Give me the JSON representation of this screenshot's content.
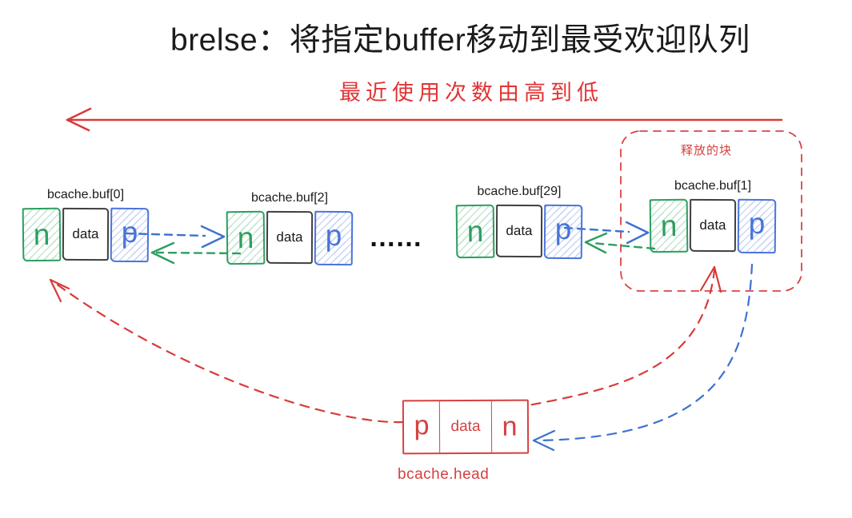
{
  "title": "brelse：将指定buffer移动到最受欢迎队列",
  "banner_label": "最近使用次数由高到低",
  "released_block_label": "释放的块",
  "ellipsis": "……",
  "nodes": [
    {
      "label": "bcache.buf[0]",
      "cells": [
        "n",
        "data",
        "p"
      ]
    },
    {
      "label": "bcache.buf[2]",
      "cells": [
        "n",
        "data",
        "p"
      ]
    },
    {
      "label": "bcache.buf[29]",
      "cells": [
        "n",
        "data",
        "p"
      ]
    },
    {
      "label": "bcache.buf[1]",
      "cells": [
        "n",
        "data",
        "p"
      ]
    }
  ],
  "head": {
    "label": "bcache.head",
    "cells": [
      "p",
      "data",
      "n"
    ]
  },
  "colors": {
    "red": "#d93a3a",
    "green": "#2d9e5f",
    "blue": "#4a74d8",
    "title_text": "#1b1b1b"
  },
  "edges": [
    {
      "name": "mru-direction-arrow",
      "color": "#d93a3a",
      "style": "solid"
    },
    {
      "name": "next-pointer-buf0-to-buf2",
      "color": "#4a74d8",
      "style": "dashed"
    },
    {
      "name": "prev-pointer-buf2-to-buf0",
      "color": "#2d9e5f",
      "style": "dashed"
    },
    {
      "name": "next-pointer-buf29-to-buf1",
      "color": "#4a74d8",
      "style": "dashed"
    },
    {
      "name": "prev-pointer-buf1-to-buf29",
      "color": "#2d9e5f",
      "style": "dashed"
    },
    {
      "name": "head-prev-pointer-to-buf0",
      "color": "#d93a3a",
      "style": "dashed"
    },
    {
      "name": "head-next-pointer-to-buf1",
      "color": "#d93a3a",
      "style": "dashed"
    },
    {
      "name": "buf1-prev-pointer-to-head",
      "color": "#4a74d8",
      "style": "dashed"
    }
  ]
}
